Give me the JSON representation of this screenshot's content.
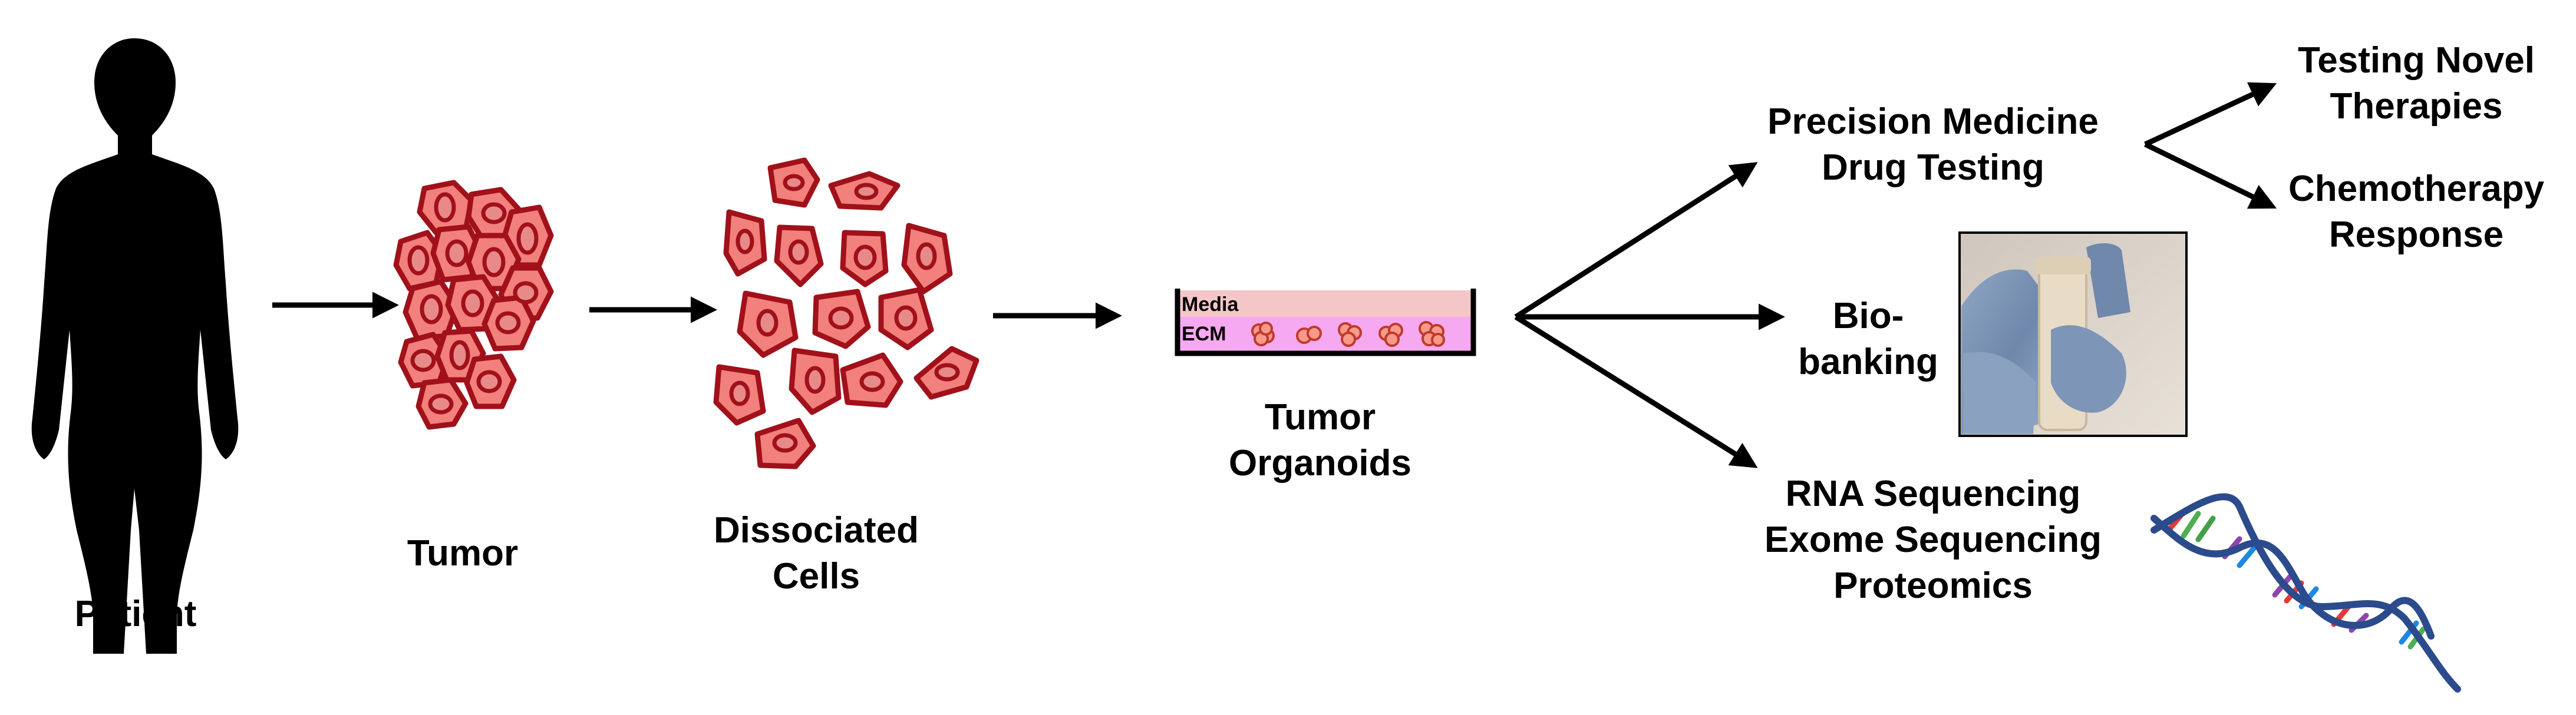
{
  "labels": {
    "patient": "Patient",
    "tumor": "Tumor",
    "dissociated_line1": "Dissociated",
    "dissociated_line2": "Cells",
    "organoids_line1": "Tumor",
    "organoids_line2": "Organoids",
    "media": "Media",
    "ecm": "ECM",
    "precision_line1": "Precision Medicine",
    "precision_line2": "Drug Testing",
    "novel_line1": "Testing Novel",
    "novel_line2": "Therapies",
    "chemo_line1": "Chemotherapy",
    "chemo_line2": "Response",
    "biobank_line1": "Bio-",
    "biobank_line2": "banking",
    "seq_line1": "RNA Sequencing",
    "seq_line2": "Exome Sequencing",
    "seq_line3": "Proteomics"
  },
  "colors": {
    "cell_fill": "#f2807d",
    "cell_stroke": "#a1111a",
    "nucleus_fill": "#e88a8a",
    "media": "#f5c6c8",
    "ecm": "#f6a9f0",
    "organoid": "#f79a8a",
    "dna_backbone": "#2b4b8c"
  }
}
